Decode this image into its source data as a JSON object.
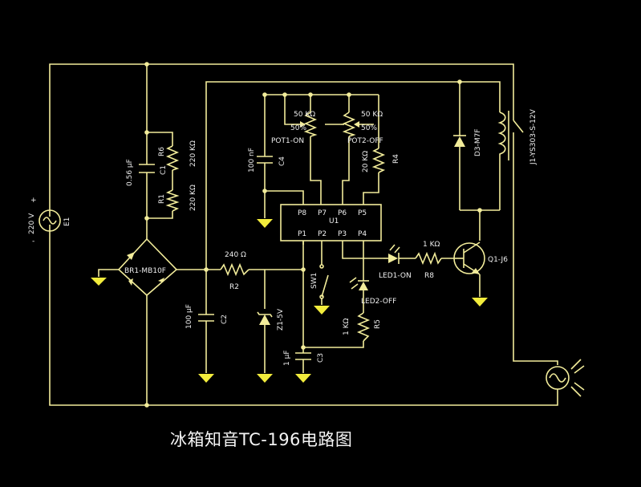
{
  "caption": "冰箱知音TC-196电路图",
  "labels": {
    "e1": "E1",
    "e1_voltage": "220 V",
    "plus": "+",
    "minus": "-",
    "c1": "C1",
    "c1_val": "0.56 µF",
    "r6": "R6",
    "r6_val": "220 KΩ",
    "r1": "R1",
    "r1_val": "220 KΩ",
    "br1": "BR1-MB10F",
    "r2": "R2",
    "r2_val": "240 Ω",
    "c2": "C2",
    "c2_val": "100 µF",
    "z1": "Z1-5V",
    "c3": "C3",
    "c3_val": "1 µF",
    "sw1": "SW1",
    "c4": "C4",
    "c4_val": "100 nF",
    "pot1": "POT1-ON",
    "pot1_val": "50 KΩ",
    "pot1_pct": "50%",
    "pot2": "POT2-OFF",
    "pot2_val": "50 KΩ",
    "pot2_pct": "50%",
    "r4": "R4",
    "r4_val": "20 KΩ",
    "u1": "U1",
    "p8": "P8",
    "p7": "P7",
    "p6": "P6",
    "p5": "P5",
    "p1": "P1",
    "p2": "P2",
    "p3": "P3",
    "p4": "P4",
    "led1": "LED1-ON",
    "led2": "LED2-OFF",
    "r8": "R8",
    "r8_val": "1 KΩ",
    "r5": "R5",
    "r5_val": "1 KΩ",
    "q1": "Q1-J6",
    "d3": "D3-M7F",
    "j1": "J1-YS303-S-12V"
  },
  "colors": {
    "background": "#000000",
    "wire": "#f2ec9a",
    "ground": "#f2ec3c",
    "text": "#eeeeee"
  }
}
